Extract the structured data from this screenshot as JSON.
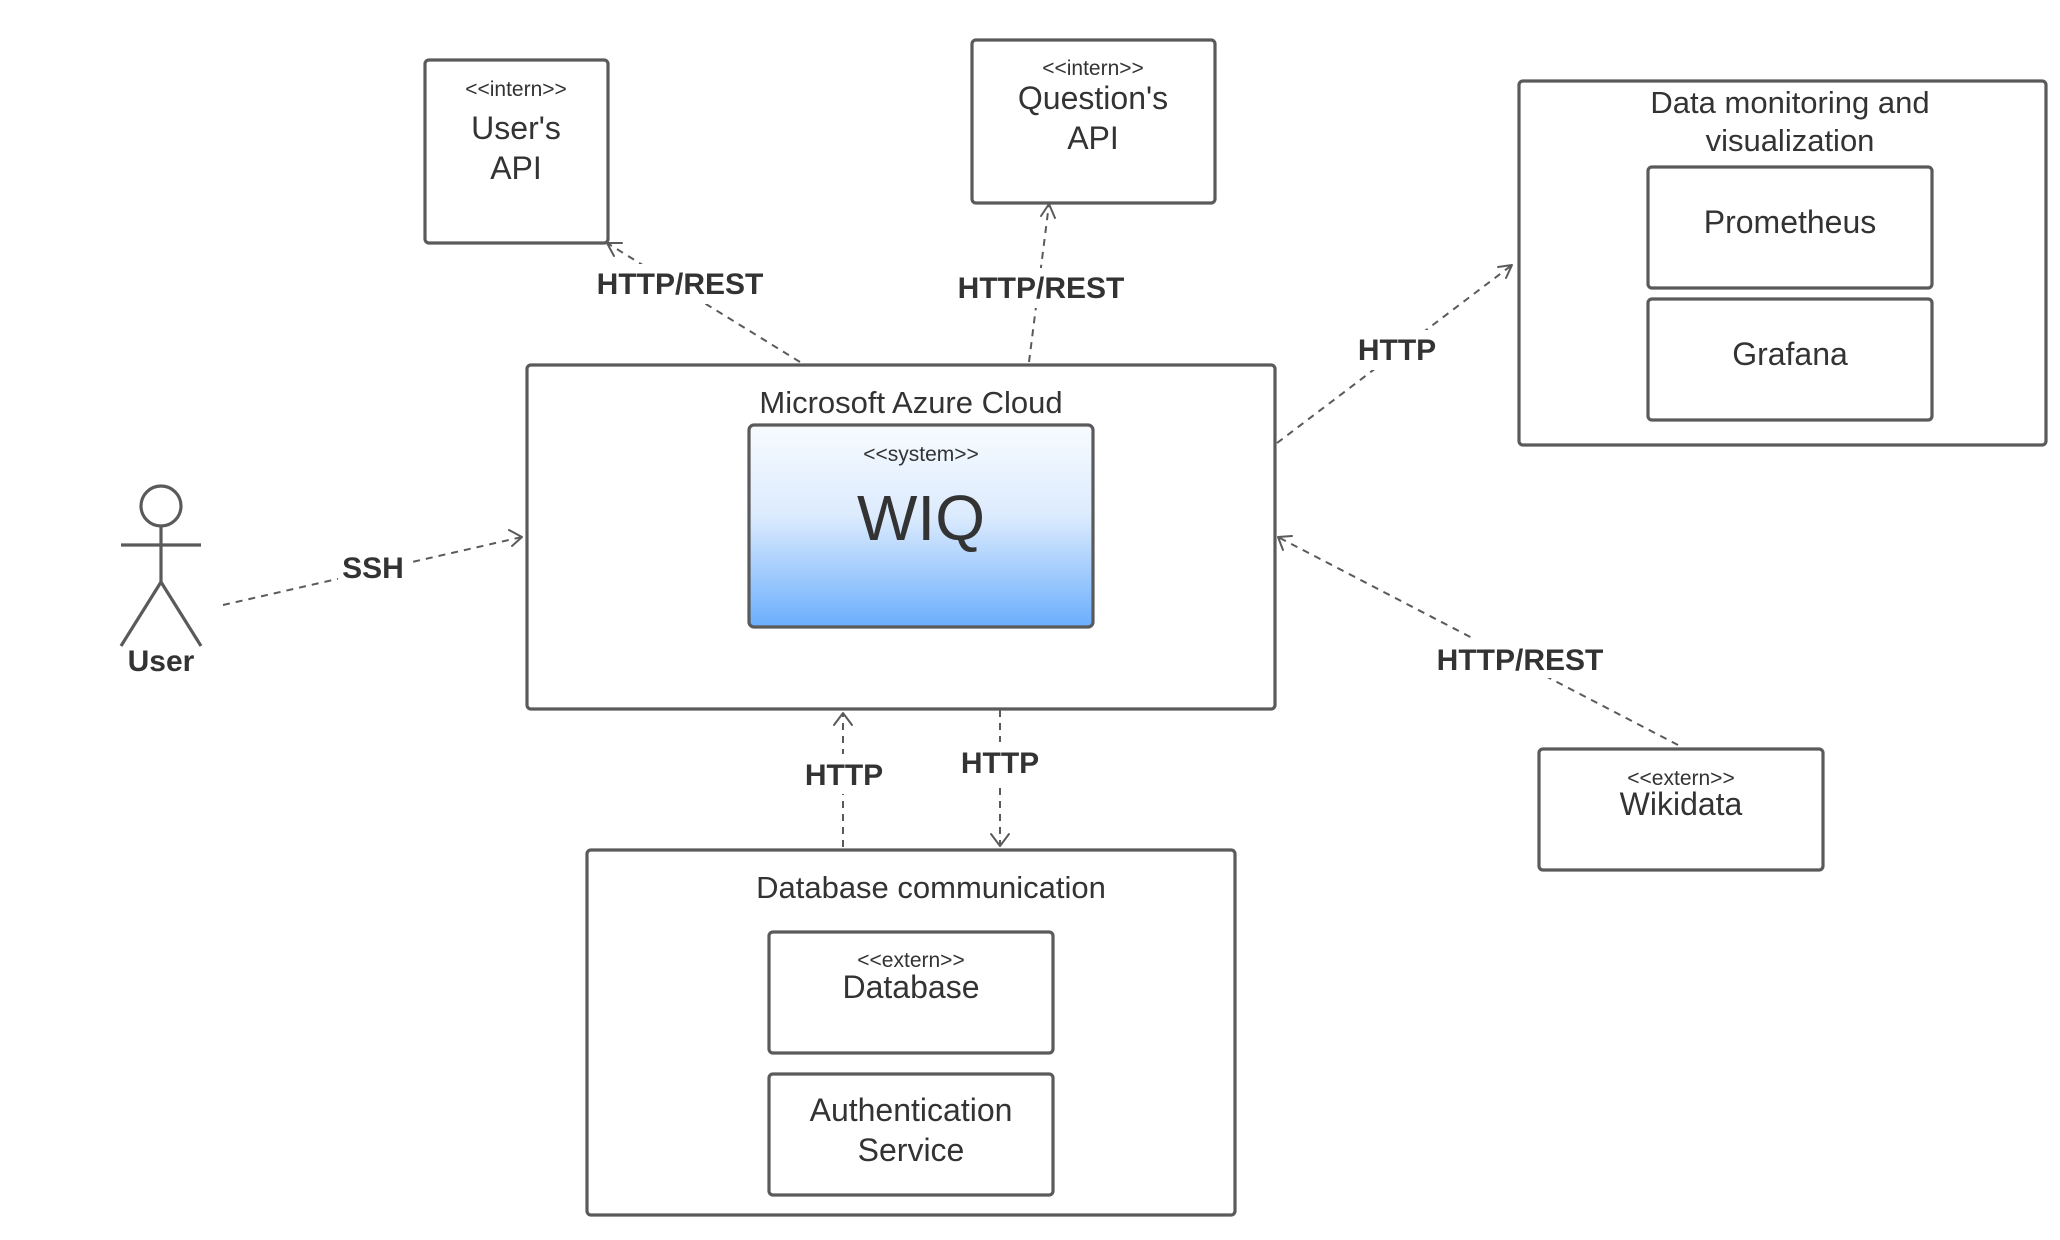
{
  "nodes": {
    "users_api": {
      "stereotype": "<<intern>>",
      "title_line1": "User's",
      "title_line2": "API"
    },
    "questions_api": {
      "stereotype": "<<intern>>",
      "title_line1": "Question's",
      "title_line2": "API"
    },
    "monitoring": {
      "title_line1": "Data monitoring and",
      "title_line2": "visualization",
      "prometheus": "Prometheus",
      "grafana": "Grafana"
    },
    "azure": {
      "title": "Microsoft Azure Cloud",
      "wiq_stereotype": "<<system>>",
      "wiq_title": "WIQ"
    },
    "user": {
      "label": "User"
    },
    "wikidata": {
      "stereotype": "<<extern>>",
      "title": "Wikidata"
    },
    "database_group": {
      "title": "Database communication",
      "db_stereotype": "<<extern>>",
      "db_title": "Database",
      "auth_line1": "Authentication",
      "auth_line2": "Service"
    }
  },
  "connections": {
    "users_api": "HTTP/REST",
    "questions_api": "HTTP/REST",
    "monitoring": "HTTP",
    "user_ssh": "SSH",
    "wikidata": "HTTP/REST",
    "db_up": "HTTP",
    "db_down": "HTTP"
  },
  "colors": {
    "wiq_gradient_top": "#f7fbff",
    "wiq_gradient_bottom": "#6aaefd",
    "stroke": "#5a5a5a",
    "text": "#333333"
  }
}
